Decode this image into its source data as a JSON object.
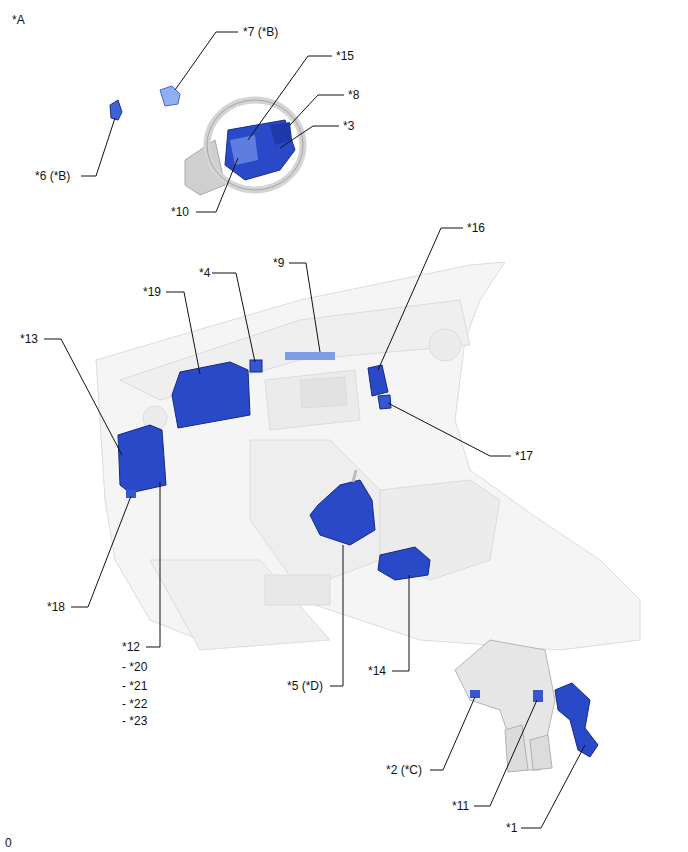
{
  "diagram": {
    "labels": [
      "*A",
      "*7 (*B)",
      "*15",
      "*8",
      "*3",
      "*6 (*B)",
      "*10",
      "*16",
      "*9",
      "*4",
      "*19",
      "*13",
      "*17",
      "*18",
      "*12",
      "- *20",
      "- *21",
      "- *22",
      "- *23",
      "*5 (*D)",
      "*14",
      "*2 (*C)",
      "*11",
      "*1",
      "0"
    ]
  }
}
